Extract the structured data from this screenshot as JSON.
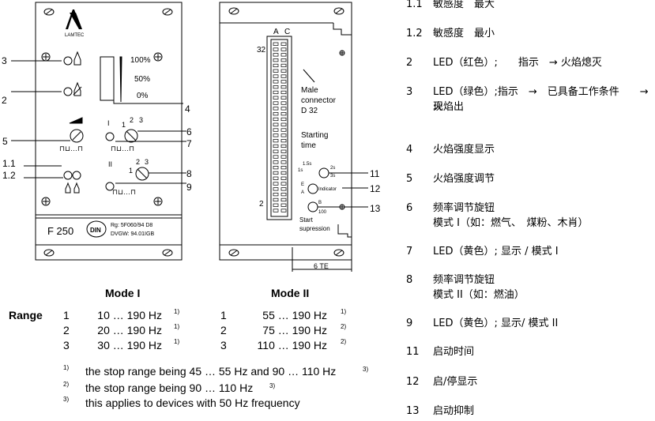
{
  "left_panel": {
    "logo": "LAMTEC",
    "scale": [
      "100%",
      "50%",
      "0%"
    ],
    "knob1_marks": [
      "I",
      "1",
      "2",
      "3"
    ],
    "knob2_marks": [
      "II",
      "1",
      "2",
      "3"
    ],
    "wave_label": "⊓⊔…⊓",
    "model": "F 250",
    "din": "DIN",
    "reg1": "Rg: 5F060/94 D8",
    "reg2": "DVGW: 94.01IGB",
    "callouts": [
      "3",
      "2",
      "4",
      "5",
      "6",
      "7",
      "1.1",
      "1.2",
      "8",
      "9"
    ]
  },
  "right_panel": {
    "col_a": "A",
    "col_c": "C",
    "row_top": "32",
    "row_bottom": "2",
    "connector_label": [
      "Male",
      "connector",
      "D 32"
    ],
    "starting_label": [
      "Starting",
      "time"
    ],
    "s1": "1s",
    "s15": "1.5s",
    "s2": "2s",
    "s3": "3s",
    "ea1": "E",
    "ea2": "A",
    "indicator": "Indicator",
    "btn_a": "B",
    "btn_b": "100",
    "start_label": [
      "Start",
      "supression"
    ],
    "width_label": "6 TE",
    "callouts": [
      "11",
      "12",
      "13"
    ]
  },
  "modes": {
    "mode1": "Mode I",
    "mode2": "Mode II",
    "range": "Range",
    "rows": [
      {
        "n1": "1",
        "v1": "10 … 190 Hz",
        "f1": "1)",
        "n2": "1",
        "v2": "55 … 190 Hz",
        "f2": "1)"
      },
      {
        "n1": "2",
        "v1": "20 … 190 Hz",
        "f1": "1)",
        "n2": "2",
        "v2": "75 … 190 Hz",
        "f2": "2)"
      },
      {
        "n1": "3",
        "v1": "30 … 190 Hz",
        "f1": "1)",
        "n2": "3",
        "v2": "110 … 190 Hz",
        "f2": "2)"
      }
    ],
    "footnotes": [
      {
        "mark": "1)",
        "text": "the stop range being 45 …   55 Hz and 90 … 110 Hz",
        "sup": "3)"
      },
      {
        "mark": "2)",
        "text": "the stop range being 90 … 110 Hz",
        "sup": "3)"
      },
      {
        "mark": "3)",
        "text": "this applies to devices with 50 Hz frequency",
        "sup": ""
      }
    ]
  },
  "legend": [
    {
      "n": "1.1",
      "t": "敏感度　最大"
    },
    {
      "n": "1.2",
      "t": "敏感度　最小"
    },
    {
      "n": "2",
      "t": "LED（红色）;　　指示　→ 火焰熄灭"
    },
    {
      "n": "3",
      "t": "LED（绿色）;指示　→　已具备工作条件　　→　　火焰出",
      "t2": "现"
    },
    {
      "n": "4",
      "t": "火焰强度显示"
    },
    {
      "n": "5",
      "t": "火焰强度调节"
    },
    {
      "n": "6",
      "t": "频率调节旋钮",
      "t2": "模式 I（如：燃气、　煤粉、木肖）"
    },
    {
      "n": "7",
      "t": "LED（黄色）; 显示 / 模式 I"
    },
    {
      "n": "8",
      "t": "频率调节旋钮",
      "t2": "模式 II（如：燃油）"
    },
    {
      "n": "9",
      "t": "LED（黄色）; 显示/ 模式 II"
    },
    {
      "n": "11",
      "t": "启动时间"
    },
    {
      "n": "12",
      "t": "启/停显示"
    },
    {
      "n": "13",
      "t": "启动抑制"
    }
  ]
}
